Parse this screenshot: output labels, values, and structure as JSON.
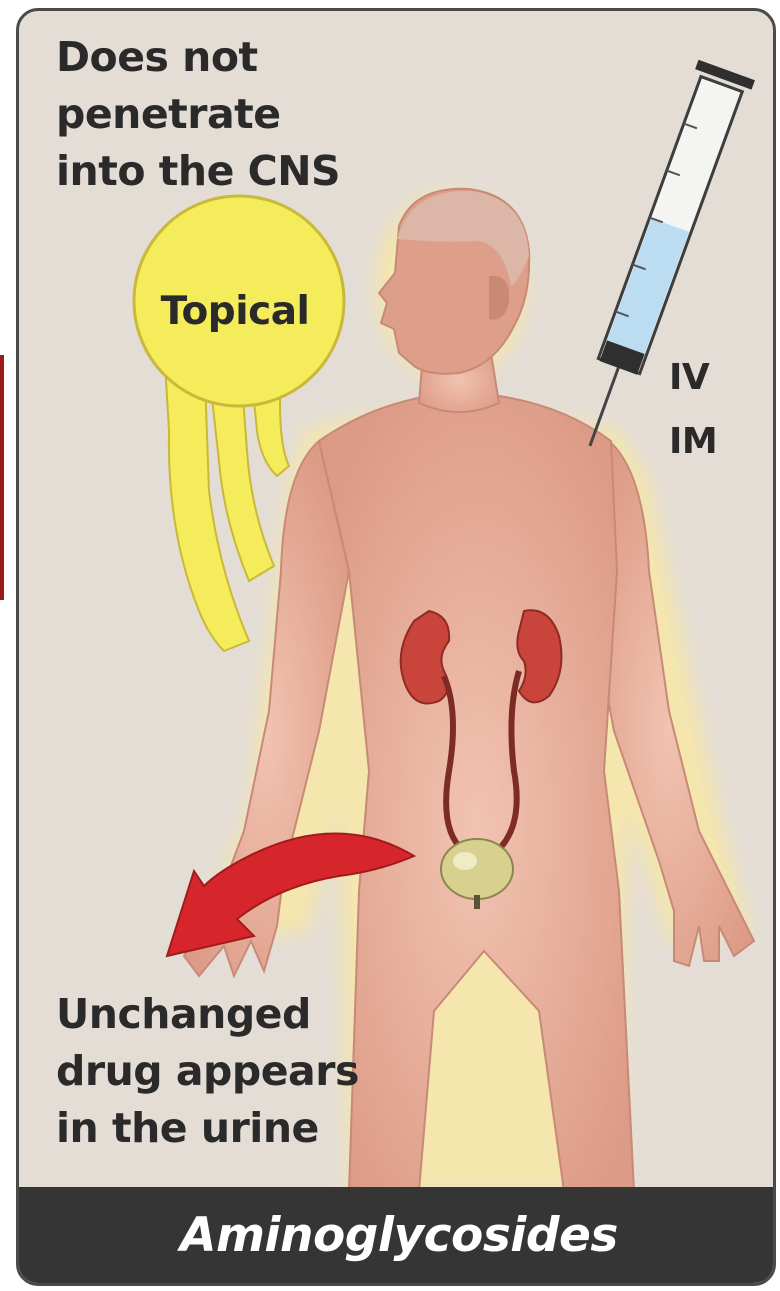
{
  "notes": {
    "cns": "Does not\npenetrate\ninto the CNS",
    "urine": "Unchanged\ndrug appears\nin the urine"
  },
  "routes": {
    "topical": "Topical",
    "iv": "IV",
    "im": "IM"
  },
  "footer": {
    "title": "Aminoglycosides"
  },
  "colors": {
    "background": "#e4ddd5",
    "skin": "#e8a792",
    "topical_bubble": "#f4ec5a",
    "kidney": "#c9453c",
    "arrow": "#d6262b",
    "syringe_fluid": "#bcdcf2",
    "footer_bar": "#353535"
  }
}
